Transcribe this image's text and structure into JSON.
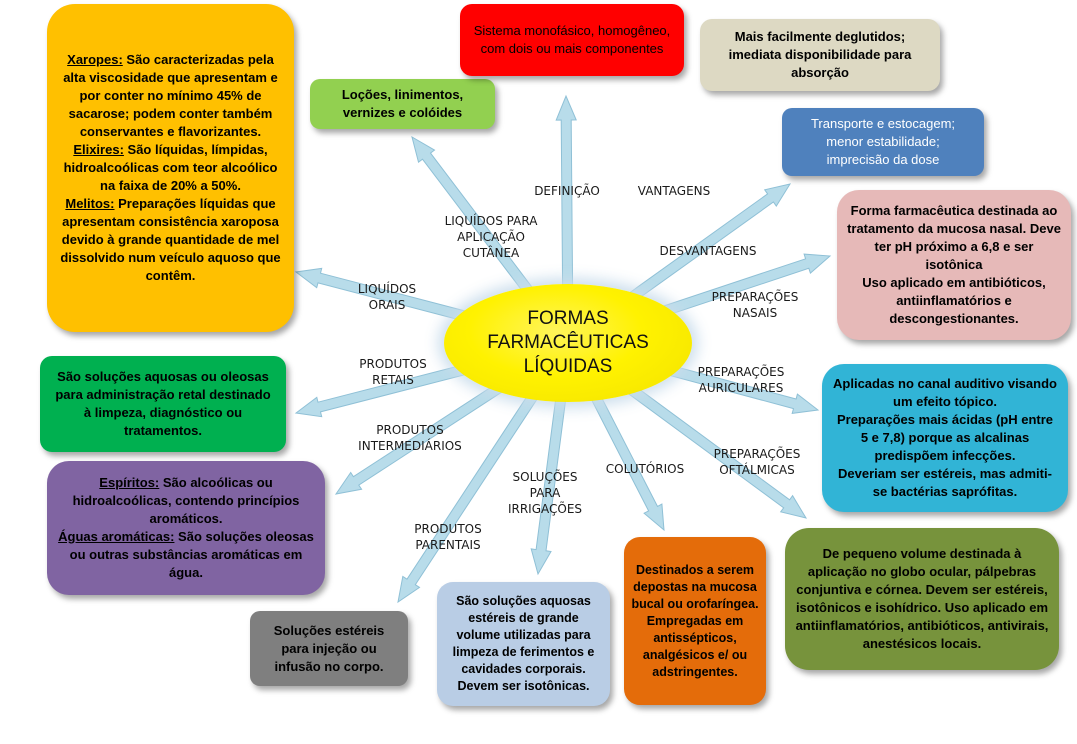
{
  "center": {
    "lines": [
      "FORMAS",
      "FARMACÊUTICAS",
      "LÍQUIDAS"
    ]
  },
  "labels": {
    "definicao": [
      "DEFINIÇÃO"
    ],
    "vantagens": [
      "VANTAGENS"
    ],
    "desvantagens": [
      "DESVANTAGENS"
    ],
    "nasais": [
      "PREPARAÇÕES",
      "NASAIS"
    ],
    "auriculares": [
      "PREPARAÇÕES",
      "AURICULARES"
    ],
    "oftalmicas": [
      "PREPARAÇÕES",
      "OFTÁLMICAS"
    ],
    "colutorios": [
      "COLUTÓRIOS"
    ],
    "irrigacoes": [
      "SOLUÇÕES",
      "PARA",
      "IRRIGAÇÕES"
    ],
    "parentais": [
      "PRODUTOS",
      "PARENTAIS"
    ],
    "intermediarios": [
      "PRODUTOS",
      "INTERMEDIÁRIOS"
    ],
    "retais": [
      "PRODUTOS",
      "RETAIS"
    ],
    "orais": [
      "LIQUÍDOS",
      "ORAIS"
    ],
    "cutanea": [
      "LIQUÍDOS PARA",
      "APLICAÇÃO",
      "CUTÂNEA"
    ]
  },
  "boxes": {
    "xaropes": {
      "xaropes_title": "Xaropes:",
      "xaropes_text": " São caracterizadas pela alta viscosidade que apresentam e por conter no mínimo 45% de sacarose; podem conter também conservantes e flavorizantes.",
      "elixires_title": "Elixires:",
      "elixires_text": " São líquidas, límpidas, hidroalcoólicas com teor alcoólico na faixa de 20% a 50%.",
      "melitos_title": "Melitos:",
      "melitos_text": " Preparações líquidas que apresentam consistência xaroposa devido à grande quantidade de mel dissolvido num veículo aquoso que contêm."
    },
    "locoes": {
      "text": "Loções, linimentos, vernizes e colóides"
    },
    "definicao": {
      "text": "Sistema monofásico, homogêneo, com dois ou mais componentes"
    },
    "vantagens": {
      "text": "Mais facilmente deglutidos; imediata disponibilidade para absorção"
    },
    "desvantagens": {
      "lines": [
        "Transporte e estocagem;",
        "menor estabilidade;",
        "imprecisão da dose"
      ]
    },
    "nasais": {
      "text": "Forma farmacêutica destinada ao tratamento da mucosa nasal. Deve ter pH próximo a 6,8 e ser isotônica",
      "text2": "Uso aplicado em antibióticos, antiinflamatórios e descongestionantes."
    },
    "auriculares": {
      "text": "Aplicadas no canal auditivo visando um efeito tópico.",
      "text2": "Preparações mais ácidas (pH entre 5 e 7,8) porque as alcalinas predispõem infecções.",
      "text3": "Deveriam ser estéreis, mas admiti-se bactérias saprófitas."
    },
    "oftalmicas": {
      "text": "De pequeno volume destinada à aplicação no globo ocular, pálpebras conjuntiva e córnea. Devem ser estéreis, isotônicos e isohídrico. Uso aplicado em antiinflamatórios, antibióticos, antivirais, anestésicos locais."
    },
    "colutorios": {
      "text": "Destinados a serem depostas na mucosa bucal ou orofaríngea. Empregadas em antissépticos, analgésicos e/ ou adstringentes."
    },
    "irrigacoes": {
      "text": "São soluções aquosas estéreis de grande volume utilizadas para limpeza de ferimentos e cavidades corporais. Devem ser isotônicas."
    },
    "parentais": {
      "text": "Soluções estéreis para injeção ou infusão no corpo."
    },
    "retais": {
      "text": "São soluções aquosas ou oleosas para administração retal destinado à limpeza, diagnóstico ou tratamentos."
    },
    "espiritos": {
      "espiritos_title": "Espíritos:",
      "espiritos_text": " São alcoólicas ou hidroalcoólicas, contendo princípios aromáticos.",
      "aguas_title": "Águas aromáticas:",
      "aguas_text": " São soluções oleosas ou outras substâncias aromáticas em água."
    }
  },
  "colors": {
    "xaropes": "#ffc000",
    "locoes": "#92d050",
    "definicao": "#ff0000",
    "vantagens": "#ddd9c3",
    "desvantagens": "#4f81bd",
    "nasais": "#e6b9b8",
    "auriculares": "#31b4d6",
    "oftalmicas": "#77933c",
    "colutorios": "#e46c0a",
    "irrigacoes": "#b9cde5",
    "parentais": "#7f7f7f",
    "retais": "#00b050",
    "espiritos": "#8064a2",
    "center": "#fff200",
    "arrow": "#b8dcea"
  }
}
